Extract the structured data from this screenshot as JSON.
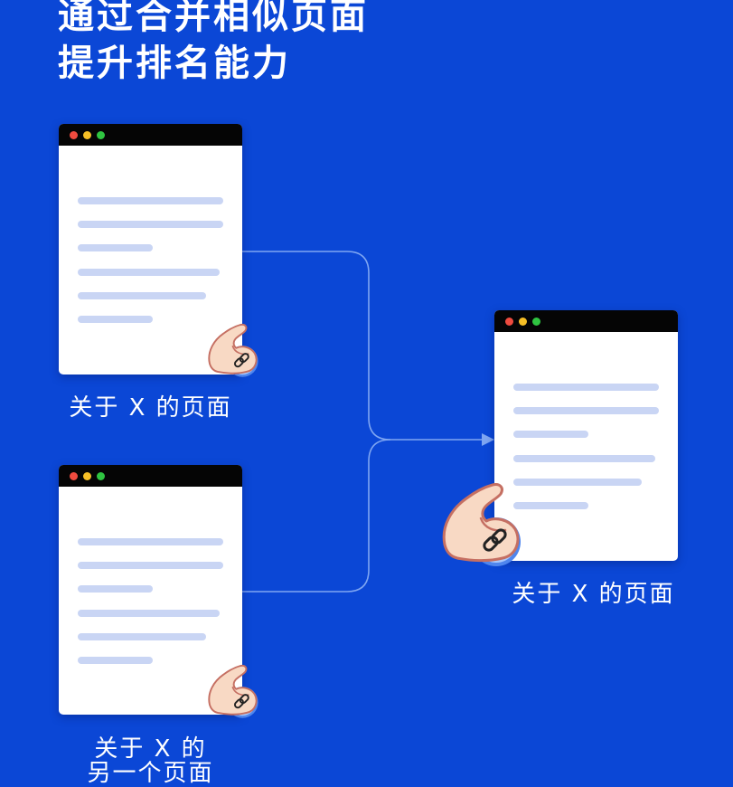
{
  "title": {
    "line1": "通过合并相似页面",
    "line2": "提升排名能力"
  },
  "pages": {
    "page_a": {
      "caption": "关于 X 的页面"
    },
    "page_b": {
      "caption_line1": "关于 X 的",
      "caption_line2": "另一个页面"
    },
    "merged": {
      "caption": "关于 X 的页面"
    }
  },
  "colors": {
    "background": "#0b47d6",
    "connector": "#7fa6f2",
    "text_line": "#c9d5f4",
    "titlebar": "#050505"
  },
  "icons": {
    "badge": "flexed-arm-link-icon"
  }
}
